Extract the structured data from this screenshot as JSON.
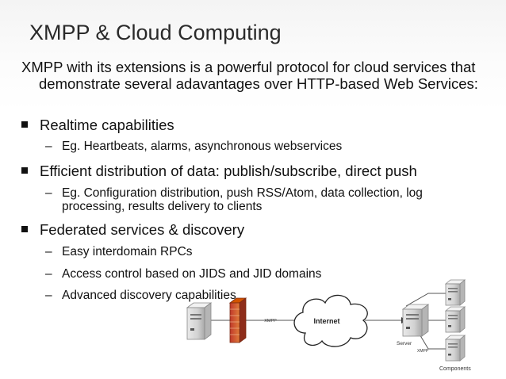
{
  "title": "XMPP & Cloud Computing",
  "intro": "XMPP with its extensions is a powerful protocol for cloud services that demonstrate several adavantages over HTTP-based Web Services:",
  "bullets": [
    {
      "text": "Realtime capabilities",
      "subs": [
        "Eg. Heartbeats, alarms, asynchronous webservices"
      ]
    },
    {
      "text": "Efficient distribution of data: publish/subscribe, direct push",
      "subs": [
        "Eg. Configuration distribution, push RSS/Atom, data collection, log processing, results delivery to clients"
      ]
    },
    {
      "text": "Federated services & discovery",
      "subs": [
        "Easy interdomain RPCs",
        "Access control based on JIDS and JID domains",
        "Advanced discovery capabilities"
      ]
    }
  ],
  "diagram": {
    "internet_label": "Internet",
    "xmpp_label_left": "XMPP",
    "xmpp_label_right": "XMPP",
    "server_label": "Server",
    "components_label": "Components",
    "icons": [
      "client-server-icon",
      "firewall-icon",
      "cloud-icon",
      "server-icon",
      "component-server-icon"
    ]
  }
}
